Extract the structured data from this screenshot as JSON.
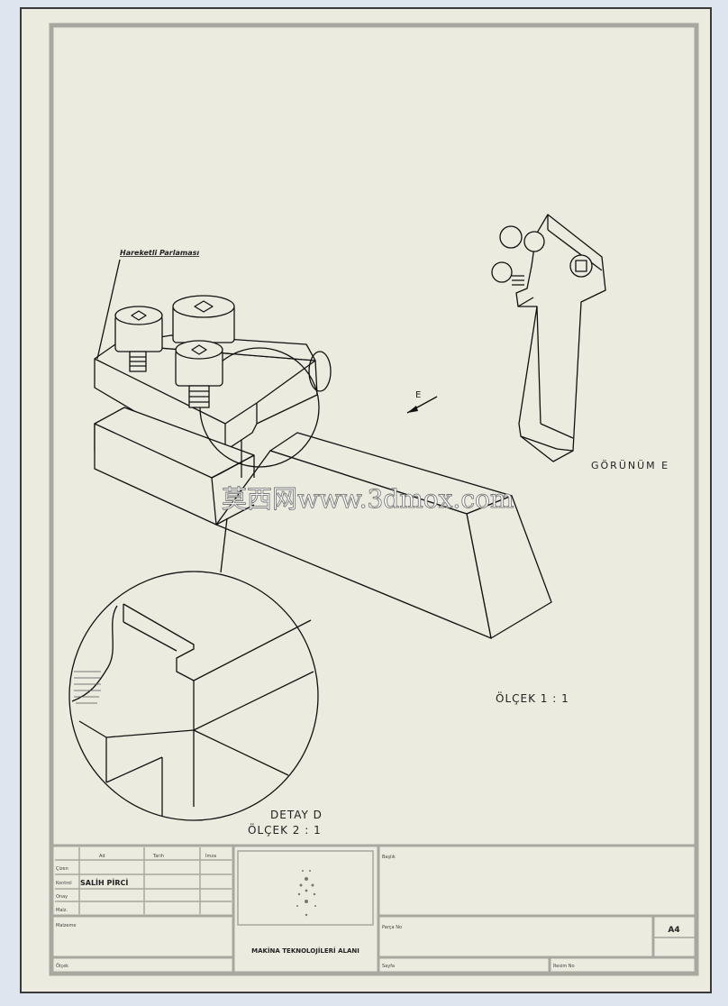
{
  "note_label": "Hareketli Parlaması",
  "direction_arrow": "E",
  "view_label": "GÖRÜNÜM E",
  "main_scale": "ÖLÇEK 1 : 1",
  "detail": {
    "label": "DETAY D",
    "scale": "ÖLÇEK 2 : 1"
  },
  "watermark": "莫西网www.3dmox.com",
  "title_block": {
    "col_headers": [
      "Ad",
      "Tarih",
      "İmza"
    ],
    "row_labels": [
      "Çizen",
      "Kontrol",
      "Onay",
      "Malz."
    ],
    "drawn_by": "SALİH PİRCİ",
    "school": "MAKİNA TEKNOLOJİLERİ ALANI",
    "field_title": "Başlık",
    "field_material": "Malzeme",
    "field_part_no": "Parça No",
    "field_scale": "Ölçek",
    "field_sheet": "Sayfa",
    "field_drawing_no": "Resim No",
    "paper_size": "A4"
  },
  "colors": {
    "ink": "#111111",
    "paper": "#ebebe0",
    "frame": "#a8a8a0",
    "watermark": "#ffffff"
  }
}
